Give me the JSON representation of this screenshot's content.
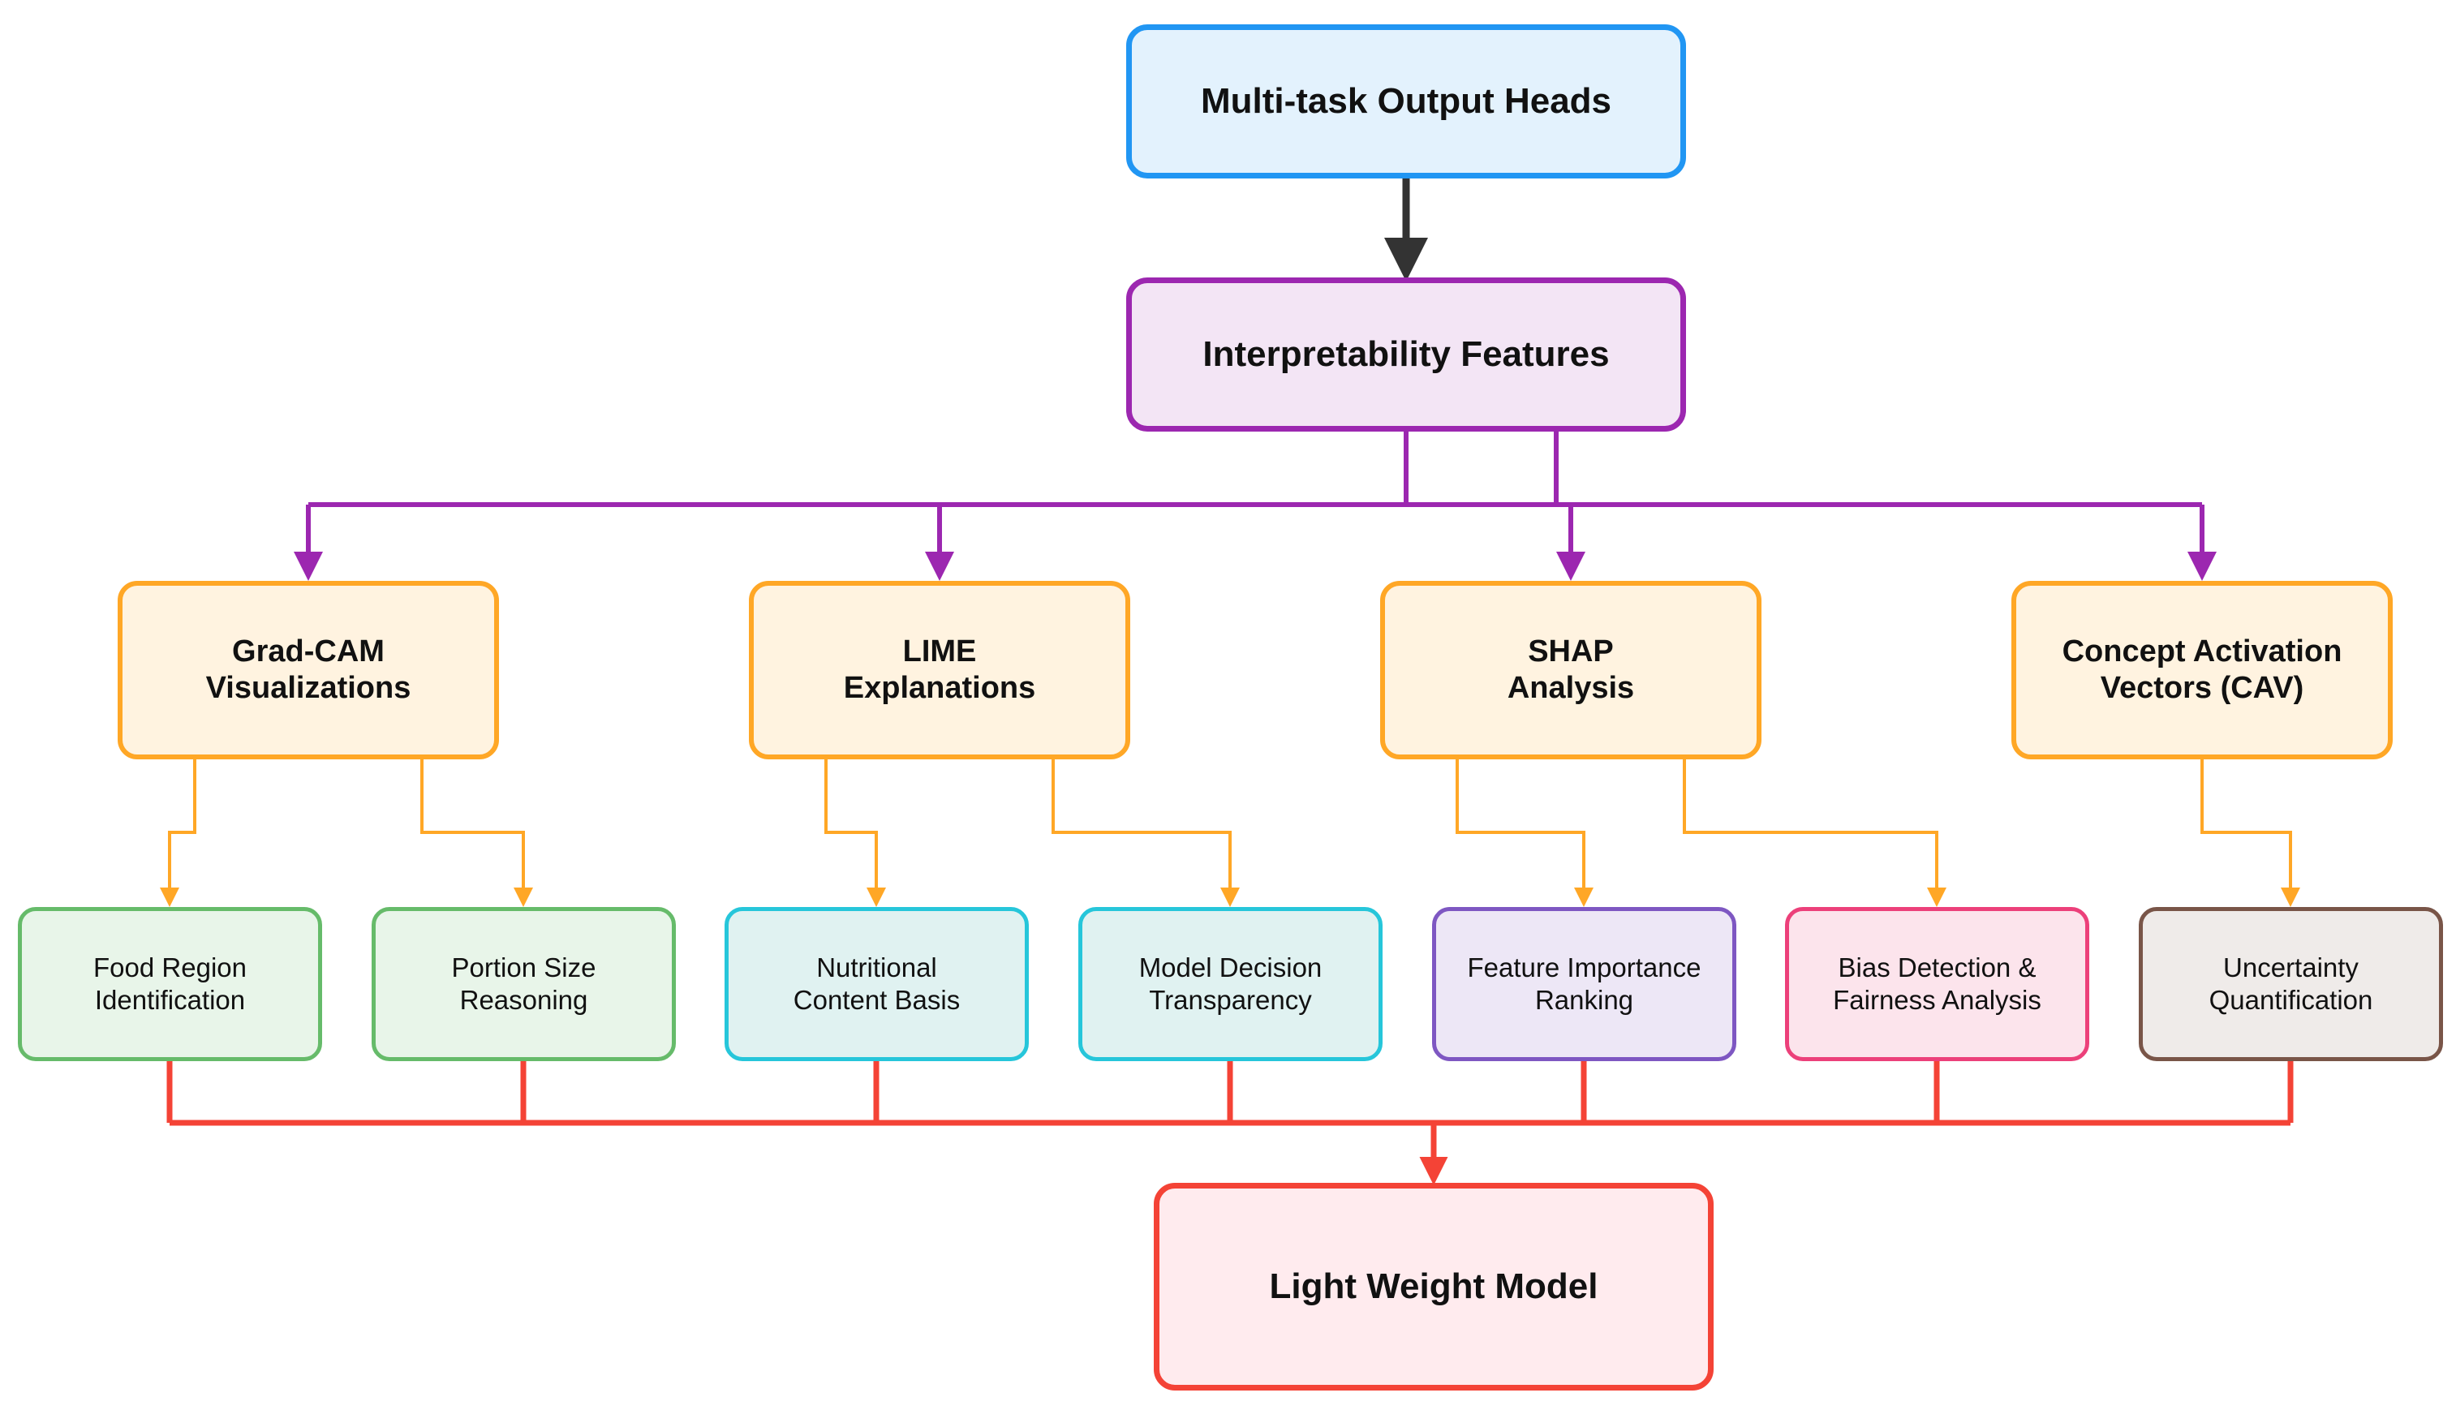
{
  "diagram": {
    "top": {
      "label": "Multi-task Output Heads"
    },
    "middle": {
      "label": "Interpretability Features"
    },
    "methods": [
      {
        "label": "Grad-CAM\nVisualizations"
      },
      {
        "label": "LIME\nExplanations"
      },
      {
        "label": "SHAP\nAnalysis"
      },
      {
        "label": "Concept Activation\nVectors (CAV)"
      }
    ],
    "outputs": [
      {
        "label": "Food Region\nIdentification"
      },
      {
        "label": "Portion Size\nReasoning"
      },
      {
        "label": "Nutritional\nContent Basis"
      },
      {
        "label": "Model Decision\nTransparency"
      },
      {
        "label": "Feature Importance\nRanking"
      },
      {
        "label": "Bias Detection &\nFairness Analysis"
      },
      {
        "label": "Uncertainty\nQuantification"
      }
    ],
    "bottom": {
      "label": "Light Weight Model"
    }
  },
  "colors": {
    "arrow_dark": "#333333",
    "arrow_purple": "#9c27b0",
    "arrow_orange": "#ffa726",
    "arrow_red": "#f44336"
  }
}
